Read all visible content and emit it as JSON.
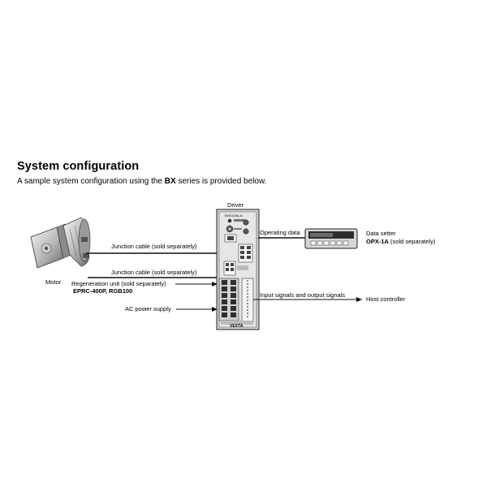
{
  "heading": "System configuration",
  "subtitle": {
    "prefix": "A sample system configuration using the ",
    "series": "BX",
    "suffix": " series is provided below."
  },
  "labels": {
    "driver": "Driver",
    "driver_model": "BXD120A-A",
    "brand": "VEXTA",
    "motor": "Motor",
    "junction_cable_1": "Junction cable (sold separately)",
    "junction_cable_2": "Junction cable (sold separately)",
    "regeneration_unit": "Regeneration unit (sold separately)",
    "regeneration_models": "EPRC-400P, RGB100",
    "ac_power_supply": "AC power supply",
    "operating_data": "Operating data",
    "data_setter": "Data setter",
    "data_setter_model": "OPX-1A",
    "data_setter_note": " (sold separately)",
    "io_signals": "Input signals and output signals",
    "host_controller": "Host controller"
  },
  "colors": {
    "line": "#111111",
    "device_fill": "#d9d9d9",
    "device_dark": "#3a3a3a"
  }
}
